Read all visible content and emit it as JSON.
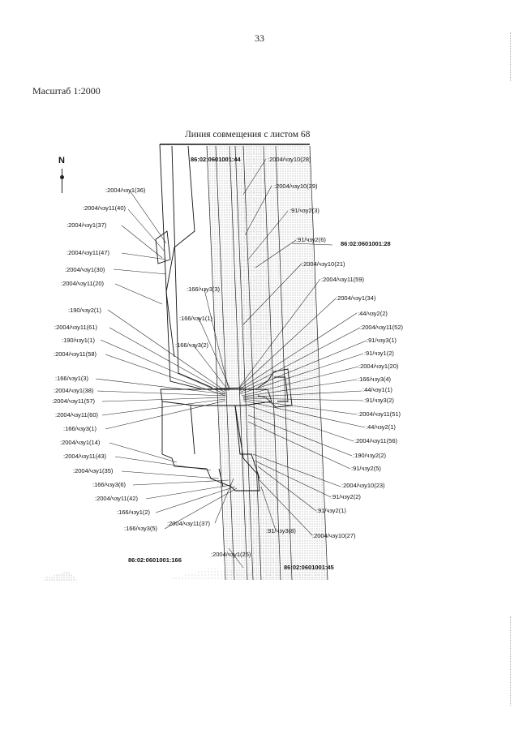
{
  "page_number": "33",
  "scale": "Масштаб 1:2000",
  "sheet_title": "Линия совмещения с листом 68",
  "north_label": "N",
  "colors": {
    "ink": "#111111",
    "stipple": "#cfcfcf"
  },
  "cadastral_numbers": [
    "86:02:0601001:44",
    "86:02:0601001:28",
    "86:02:0601001:166",
    "86:02:0601001:45"
  ],
  "labels": [
    ":2004/чзу10(28)",
    ":2004/чзу10(29)",
    ":91/чзу2(3)",
    ":91/чзу2(6)",
    ":2004/чзу10(21)",
    ":2004/чзу11(59)",
    ":2004/чзу1(34)",
    ":44/чзу2(2)",
    ":2004/чзу11(52)",
    ":91/чзу3(1)",
    ":91/чзу1(2)",
    ":2004/чзу1(20)",
    ":166/чзу3(4)",
    ":44/чзу1(1)",
    ":91/чзу3(2)",
    ":2004/чзу11(51)",
    ":44/чзу2(1)",
    ":2004/чзу11(56)",
    ":190/чзу2(2)",
    ":91/чзу2(5)",
    ":2004/чзу10(23)",
    ":91/чзу2(2)",
    ":91/чзу2(1)",
    ":2004/чзу10(27)",
    ":91/чзу3(8)",
    ":2004/чзу1(25)",
    ":2004/чзу11(37)",
    ":166/чзу3(6)",
    ":166/чзу1(2)",
    ":2004/чзу11(42)",
    ":166/чзу3(5)",
    ":2004/чзу1(35)",
    ":2004/чзу11(43)",
    ":2004/чзу1(14)",
    ":166/чзу3(1)",
    ":2004/чзу11(60)",
    ":2004/чзу11(57)",
    ":2004/чзу1(38)",
    ":166/чзу1(3)",
    ":2004/чзу11(58)",
    ":190/чзу1(1)",
    ":2004/чзу11(61)",
    ":190/чзу2(1)",
    ":166/чзу3(2)",
    ":166/чзу1(1)",
    ":166/чзу3(3)",
    ":2004/чзу11(20)",
    ":2004/чзу1(30)",
    ":2004/чзу11(47)",
    ":2004/чзу1(37)",
    ":2004/чзу11(40)",
    ":2004/чзу1(36)"
  ]
}
